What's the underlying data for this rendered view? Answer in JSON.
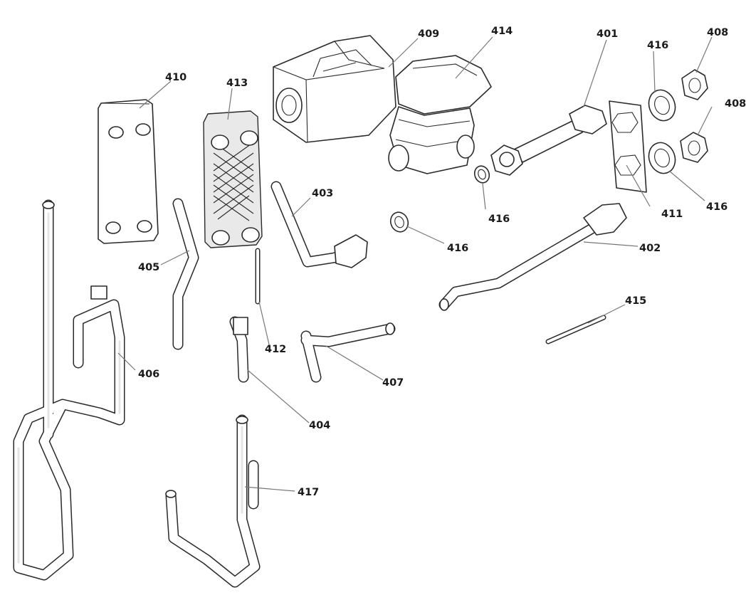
{
  "diagram": {
    "type": "exploded-parts-diagram",
    "callouts": {
      "c401": "401",
      "c402": "402",
      "c403": "403",
      "c404": "404",
      "c405": "405",
      "c406": "406",
      "c407": "407",
      "c408a": "408",
      "c408b": "408",
      "c409": "409",
      "c410": "410",
      "c411": "411",
      "c412": "412",
      "c413": "413",
      "c414": "414",
      "c415": "415",
      "c416a": "416",
      "c416b": "416",
      "c416c": "416",
      "c416d": "416",
      "c417": "417"
    }
  }
}
